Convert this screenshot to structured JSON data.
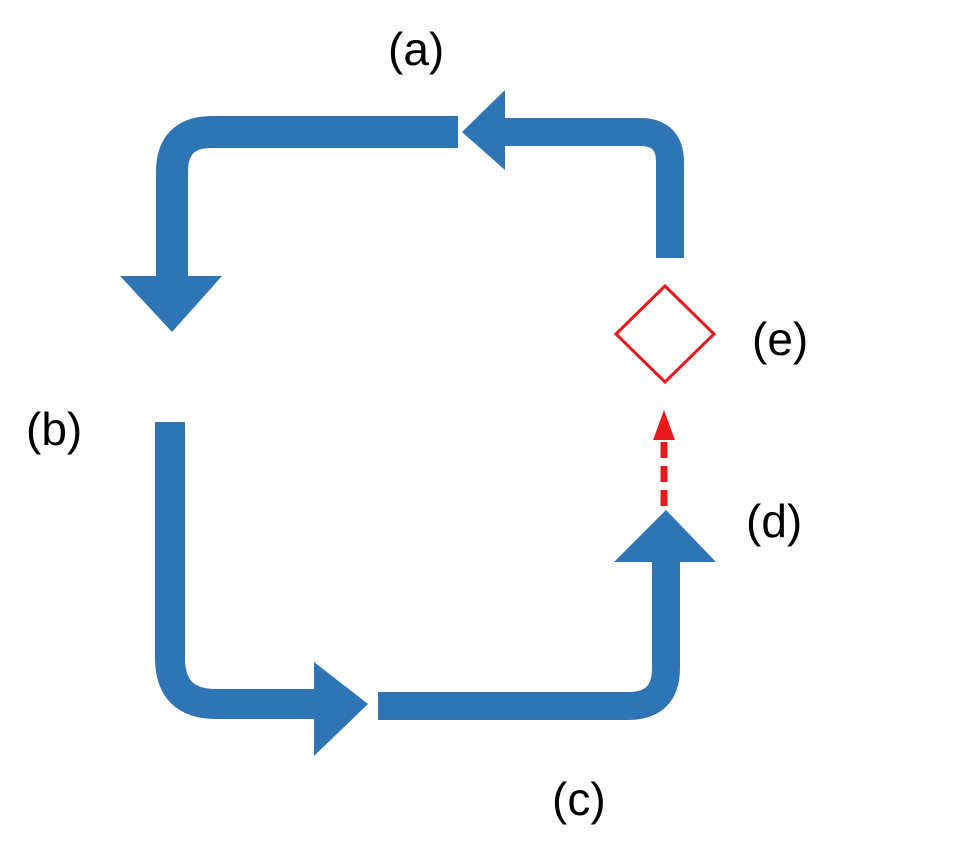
{
  "colors": {
    "arrow": "#2e75b6",
    "arrow_edge": "#2a6aa5",
    "diamond": "#e8191b",
    "dashed_arrow": "#e8191b",
    "label_text": "#000000",
    "background": "#ffffff"
  },
  "labels": {
    "a": "(a)",
    "b": "(b)",
    "c": "(c)",
    "d": "(d)",
    "e": "(e)"
  }
}
